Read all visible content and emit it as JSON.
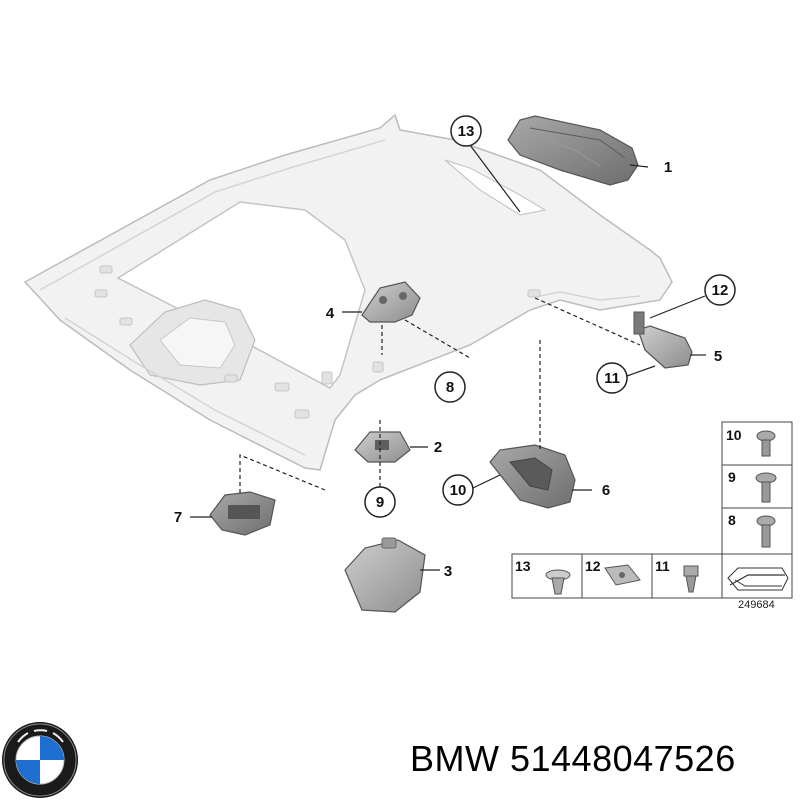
{
  "callouts": [
    {
      "id": "1",
      "label": "1"
    },
    {
      "id": "2",
      "label": "2"
    },
    {
      "id": "3",
      "label": "3"
    },
    {
      "id": "4",
      "label": "4"
    },
    {
      "id": "5",
      "label": "5"
    },
    {
      "id": "6",
      "label": "6"
    },
    {
      "id": "7",
      "label": "7"
    },
    {
      "id": "8",
      "label": "8"
    },
    {
      "id": "9",
      "label": "9"
    },
    {
      "id": "10",
      "label": "10"
    },
    {
      "id": "11",
      "label": "11"
    },
    {
      "id": "12",
      "label": "12"
    },
    {
      "id": "13",
      "label": "13"
    }
  ],
  "fastener_table": {
    "right_column": [
      "10",
      "9",
      "8"
    ],
    "bottom_row": [
      "13",
      "12",
      "11"
    ]
  },
  "diagram_number": "249684",
  "brand": "BMW",
  "part_number": "BMW 51448047526",
  "colors": {
    "line": "#222222",
    "headliner_fill": "#f2f2f2",
    "part_fill": "#8a8a8a"
  }
}
